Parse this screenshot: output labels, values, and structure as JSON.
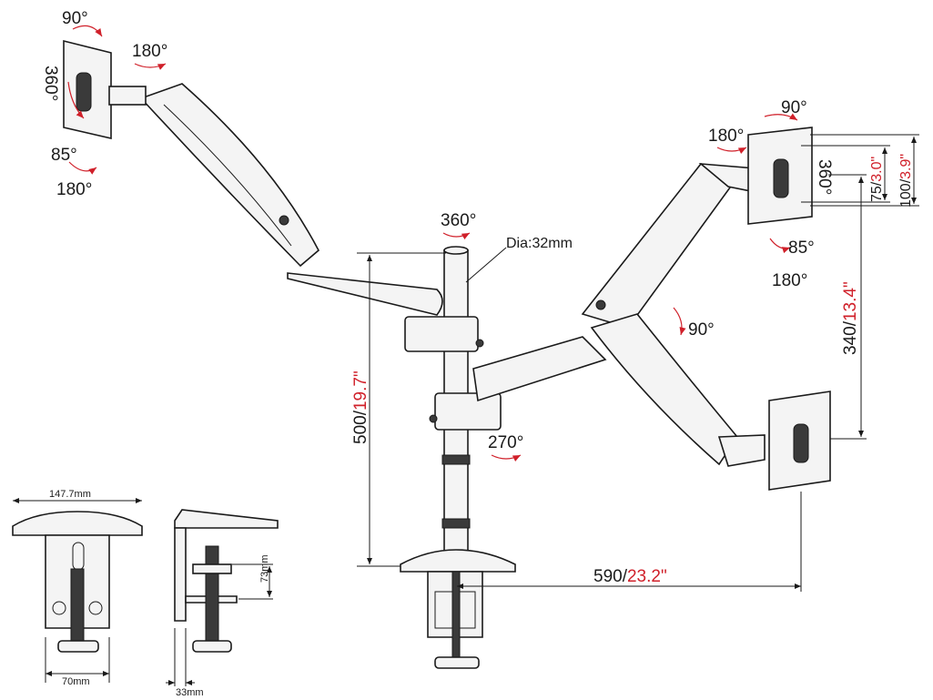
{
  "labels": {
    "diameter": "Dia:32mm",
    "pole_rotation": "360°",
    "left_tilt": "90°",
    "left_swivel": "180°",
    "left_rotate": "360°",
    "left_pan": "85°",
    "left_pan2": "180°",
    "right_tilt": "90°",
    "right_swivel": "180°",
    "right_rotate": "360°",
    "right_pan": "85°",
    "right_pan2": "180°",
    "arm_tilt": "90°",
    "lower_arm_rotation": "270°"
  },
  "dimensions": {
    "height_metric": "500/",
    "height_imperial": "19.7\"",
    "reach_metric": "590/",
    "reach_imperial": "23.2\"",
    "vesa_large_metric": "100/",
    "vesa_large_imperial": "3.9\"",
    "vesa_small_metric": "75/",
    "vesa_small_imperial": "3.0\"",
    "monitor_offset_metric": "340/",
    "monitor_offset_imperial": "13.4\""
  },
  "clamp": {
    "top_width": "147.7mm",
    "bottom_width": "70mm",
    "side_height": "73mm",
    "side_depth": "33mm"
  },
  "colors": {
    "line": "#1a1a1a",
    "accent": "#d0202a"
  }
}
